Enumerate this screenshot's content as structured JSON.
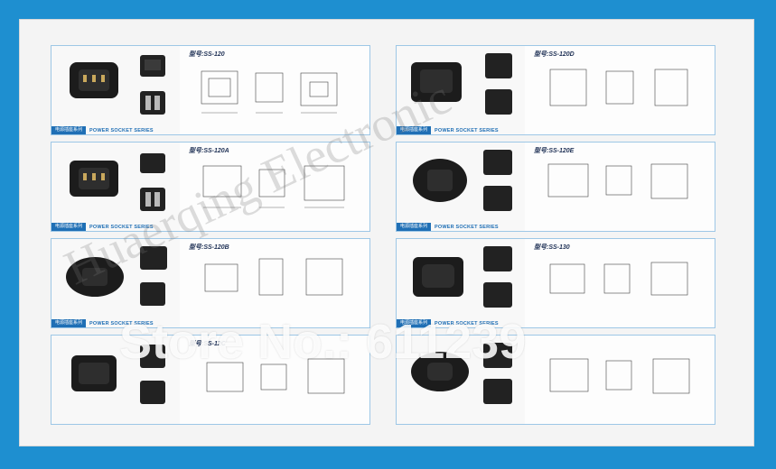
{
  "series_label": "POWER SOCKET SERIES",
  "series_label_cn": "电源插座系列",
  "left": [
    {
      "model": "型号:SS-120"
    },
    {
      "model": "型号:SS-120A"
    },
    {
      "model": "型号:SS-120B"
    },
    {
      "model": "型号:SS-12C"
    }
  ],
  "right": [
    {
      "model": "型号:SS-120D"
    },
    {
      "model": "型号:SS-120E"
    },
    {
      "model": "型号:SS-130"
    },
    {
      "model": ""
    }
  ],
  "watermark": "Huaerqing Electronic",
  "store_overlay": "Store No.: 611239"
}
